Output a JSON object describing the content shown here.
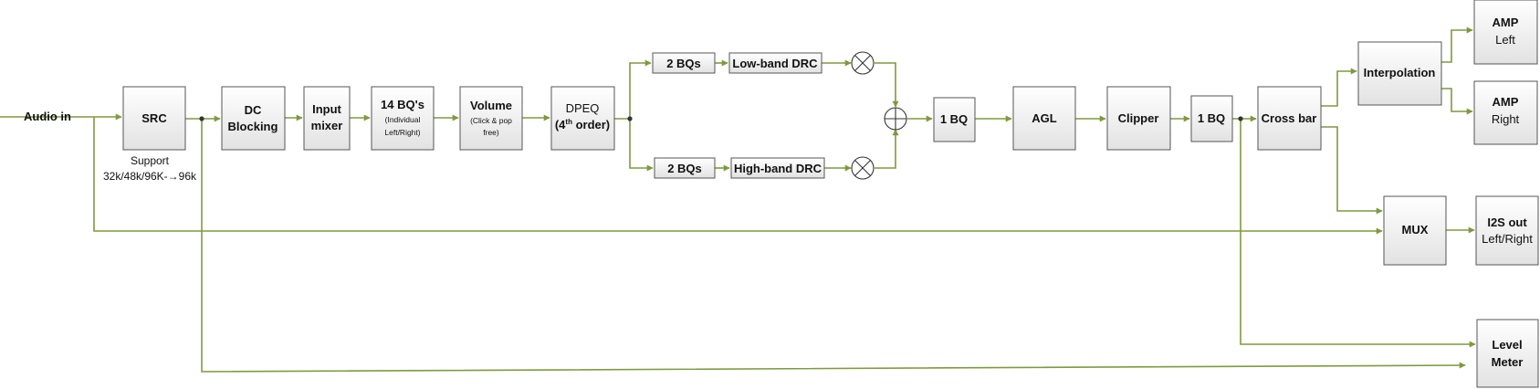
{
  "input": {
    "label": "Audio in"
  },
  "blocks": {
    "src": "SRC",
    "dc_line1": "DC",
    "dc_line2": "Blocking",
    "mixer_line1": "Input",
    "mixer_line2": "mixer",
    "bq14_line1": "14 BQ's",
    "bq14_line2": "(Individual",
    "bq14_line3": "Left/Right)",
    "vol_line1": "Volume",
    "vol_line2": "(Click & pop",
    "vol_line3": "free)",
    "dpeq_line1": "DPEQ",
    "dpeq_line2_pre": "(4",
    "dpeq_line2_sup": "th",
    "dpeq_line2_post": " order)",
    "bq2_top": "2 BQs",
    "low_drc": "Low-band DRC",
    "bq2_bottom": "2 BQs",
    "high_drc": "High-band DRC",
    "bq1_a": "1 BQ",
    "agl": "AGL",
    "clipper": "Clipper",
    "bq1_b": "1 BQ",
    "crossbar": "Cross bar",
    "interp": "Interpolation",
    "amp_left_line1": "AMP",
    "amp_left_line2": "Left",
    "amp_right_line1": "AMP",
    "amp_right_line2": "Right",
    "mux": "MUX",
    "i2s_line1": "I2S out",
    "i2s_line2": "Left/Right",
    "meter_line1": "Level",
    "meter_line2": "Meter"
  },
  "notes": {
    "support_line1": "Support",
    "support_line2": "32k/48k/96K-→96k"
  },
  "colors": {
    "wire": "#7f9a3e",
    "box_border": "#555555",
    "box_fill_top": "#ffffff",
    "box_fill_bottom": "#e4e4e4"
  }
}
